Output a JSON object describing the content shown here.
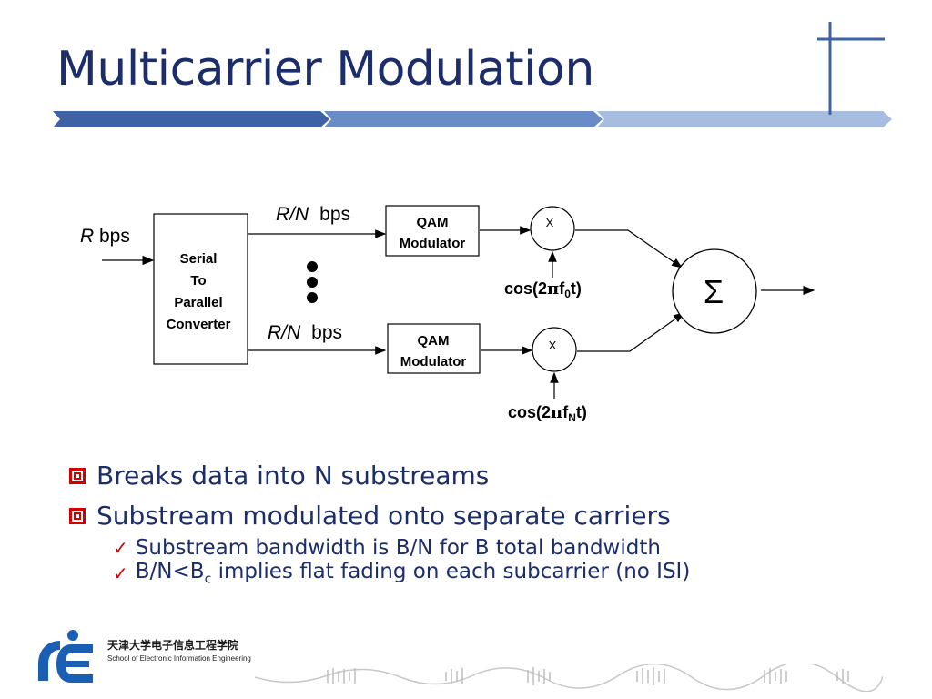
{
  "slide": {
    "title": "Multicarrier Modulation"
  },
  "diagram": {
    "input_rate_var": "R",
    "input_rate_unit": " bps",
    "sp_converter_lines": [
      "Serial",
      "To",
      "Parallel",
      "Converter"
    ],
    "branch_rate_var": "R/N",
    "branch_rate_unit": "bps",
    "qam_line1": "QAM",
    "qam_line2": "Modulator",
    "multiplier_symbol": "X",
    "carrier_top": {
      "prefix": "cos(2",
      "pi": "π",
      "f": "f",
      "sub": "0",
      "suffix": "t)"
    },
    "carrier_bottom": {
      "prefix": "cos(2",
      "pi": "π",
      "f": "f",
      "sub": "N",
      "suffix": "t)"
    },
    "sum_symbol": "Σ"
  },
  "bullets": [
    {
      "text": "Breaks data into N substreams"
    },
    {
      "text": "Substream modulated onto separate carriers"
    }
  ],
  "sub_bullets": [
    {
      "text": "Substream bandwidth is B/N for B total bandwidth"
    },
    {
      "pre": "B/N<B",
      "sub": "c",
      "post": " implies flat fading on each subcarrier (no ISI)"
    }
  ],
  "logo": {
    "cn": "天津大学电子信息工程学院",
    "en": "School of Electronic Information Engineering"
  },
  "colors": {
    "title": "#1c2d6b",
    "bullet_box": "#d40000",
    "band_dark": "#3d62a6",
    "band_mid": "#6a8cc6",
    "band_light": "#a6bde0"
  }
}
